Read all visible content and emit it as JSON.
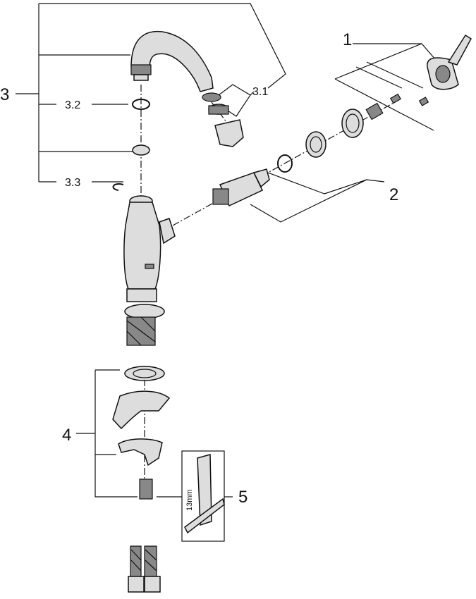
{
  "labels": {
    "part_1": "1",
    "part_2": "2",
    "part_3": "3",
    "part_3_1": "3.1",
    "part_3_2": "3.2",
    "part_3_3": "3.3",
    "part_4": "4",
    "part_5": "5",
    "wrench_size": "13mm"
  }
}
